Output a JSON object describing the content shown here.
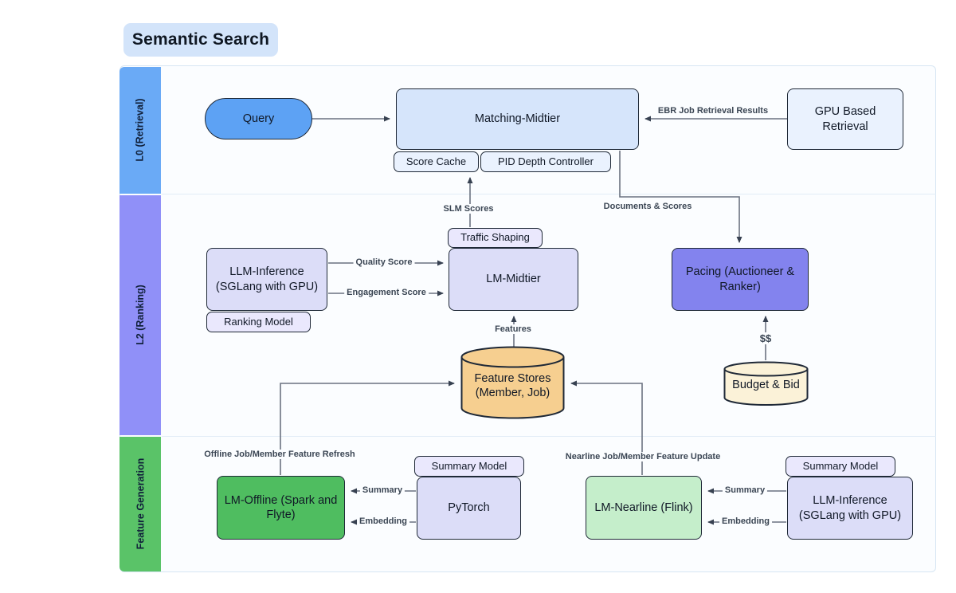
{
  "title": "Semantic Search",
  "lanes": {
    "l0": {
      "label": "L0 (Retrieval)",
      "color": "#6aaaf6"
    },
    "l2": {
      "label": "L2 (Ranking)",
      "color": "#9090f8"
    },
    "fg": {
      "label": "Feature Generation",
      "color": "#5ac368"
    }
  },
  "nodes": {
    "query": {
      "label": "Query",
      "color": "#5da2f4"
    },
    "matching_midtier": {
      "label": "Matching-Midtier",
      "color": "#d6e5fb"
    },
    "score_cache": {
      "label": "Score Cache",
      "color": "#eaf2fe"
    },
    "pid_depth_controller": {
      "label": "PID Depth Controller",
      "color": "#eaf2fe"
    },
    "gpu_based_retrieval": {
      "label": "GPU Based Retrieval",
      "color": "#eaf2fe"
    },
    "traffic_shaping": {
      "label": "Traffic Shaping",
      "color": "#eae8fd"
    },
    "lm_midtier": {
      "label": "LM-Midtier",
      "color": "#dcddf8"
    },
    "llm_inference_ranking": {
      "label": "LLM-Inference (SGLang with GPU)",
      "color": "#dcddf8"
    },
    "ranking_model": {
      "label": "Ranking Model",
      "color": "#eae8fd"
    },
    "pacing": {
      "label": "Pacing (Auctioneer & Ranker)",
      "color": "#8383ee"
    },
    "feature_stores": {
      "label": "Feature Stores (Member, Job)",
      "color": "#f6cf90"
    },
    "budget_bid": {
      "label": "Budget & Bid",
      "color": "#fbf2d8"
    },
    "lm_offline": {
      "label": "LM-Offline (Spark and Flyte)",
      "color": "#4fbd60"
    },
    "summary_model_offline": {
      "label": "Summary Model",
      "color": "#eae8fd"
    },
    "pytorch": {
      "label": "PyTorch",
      "color": "#dcddf8"
    },
    "lm_nearline": {
      "label": "LM-Nearline (Flink)",
      "color": "#c5eecb"
    },
    "summary_model_nearline": {
      "label": "Summary Model",
      "color": "#eae8fd"
    },
    "llm_inference_feature_gen": {
      "label": "LLM-Inference (SGLang with GPU)",
      "color": "#dcddf8"
    }
  },
  "edge_labels": {
    "ebr": "EBR Job Retrieval Results",
    "slm_scores": "SLM Scores",
    "documents_scores": "Documents & Scores",
    "quality_score": "Quality Score",
    "engagement_score": "Engagement Score",
    "features": "Features",
    "dollars": "$$",
    "offline_refresh": "Offline Job/Member Feature Refresh",
    "nearline_update": "Nearline Job/Member Feature Update",
    "summary_offline": "Summary",
    "embedding_offline": "Embedding",
    "summary_nearline": "Summary",
    "embedding_nearline": "Embedding"
  }
}
